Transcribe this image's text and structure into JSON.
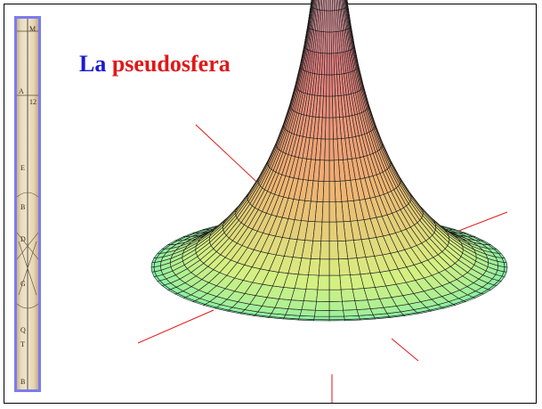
{
  "title": {
    "word1": "La",
    "word2": "pseudosfera",
    "word1_color": "#1a1ad6",
    "word2_color": "#e01818"
  },
  "strip": {
    "labels": [
      "M",
      "A",
      "12",
      "E",
      "B",
      "D",
      "G",
      "Q",
      "T",
      "B"
    ],
    "border_color": "#7b7bf0"
  },
  "surface": {
    "description_colors": [
      "#f0c8d8",
      "#e88080",
      "#f0b070",
      "#d8f080",
      "#80f0a8"
    ],
    "axis_color": "#e01818"
  }
}
